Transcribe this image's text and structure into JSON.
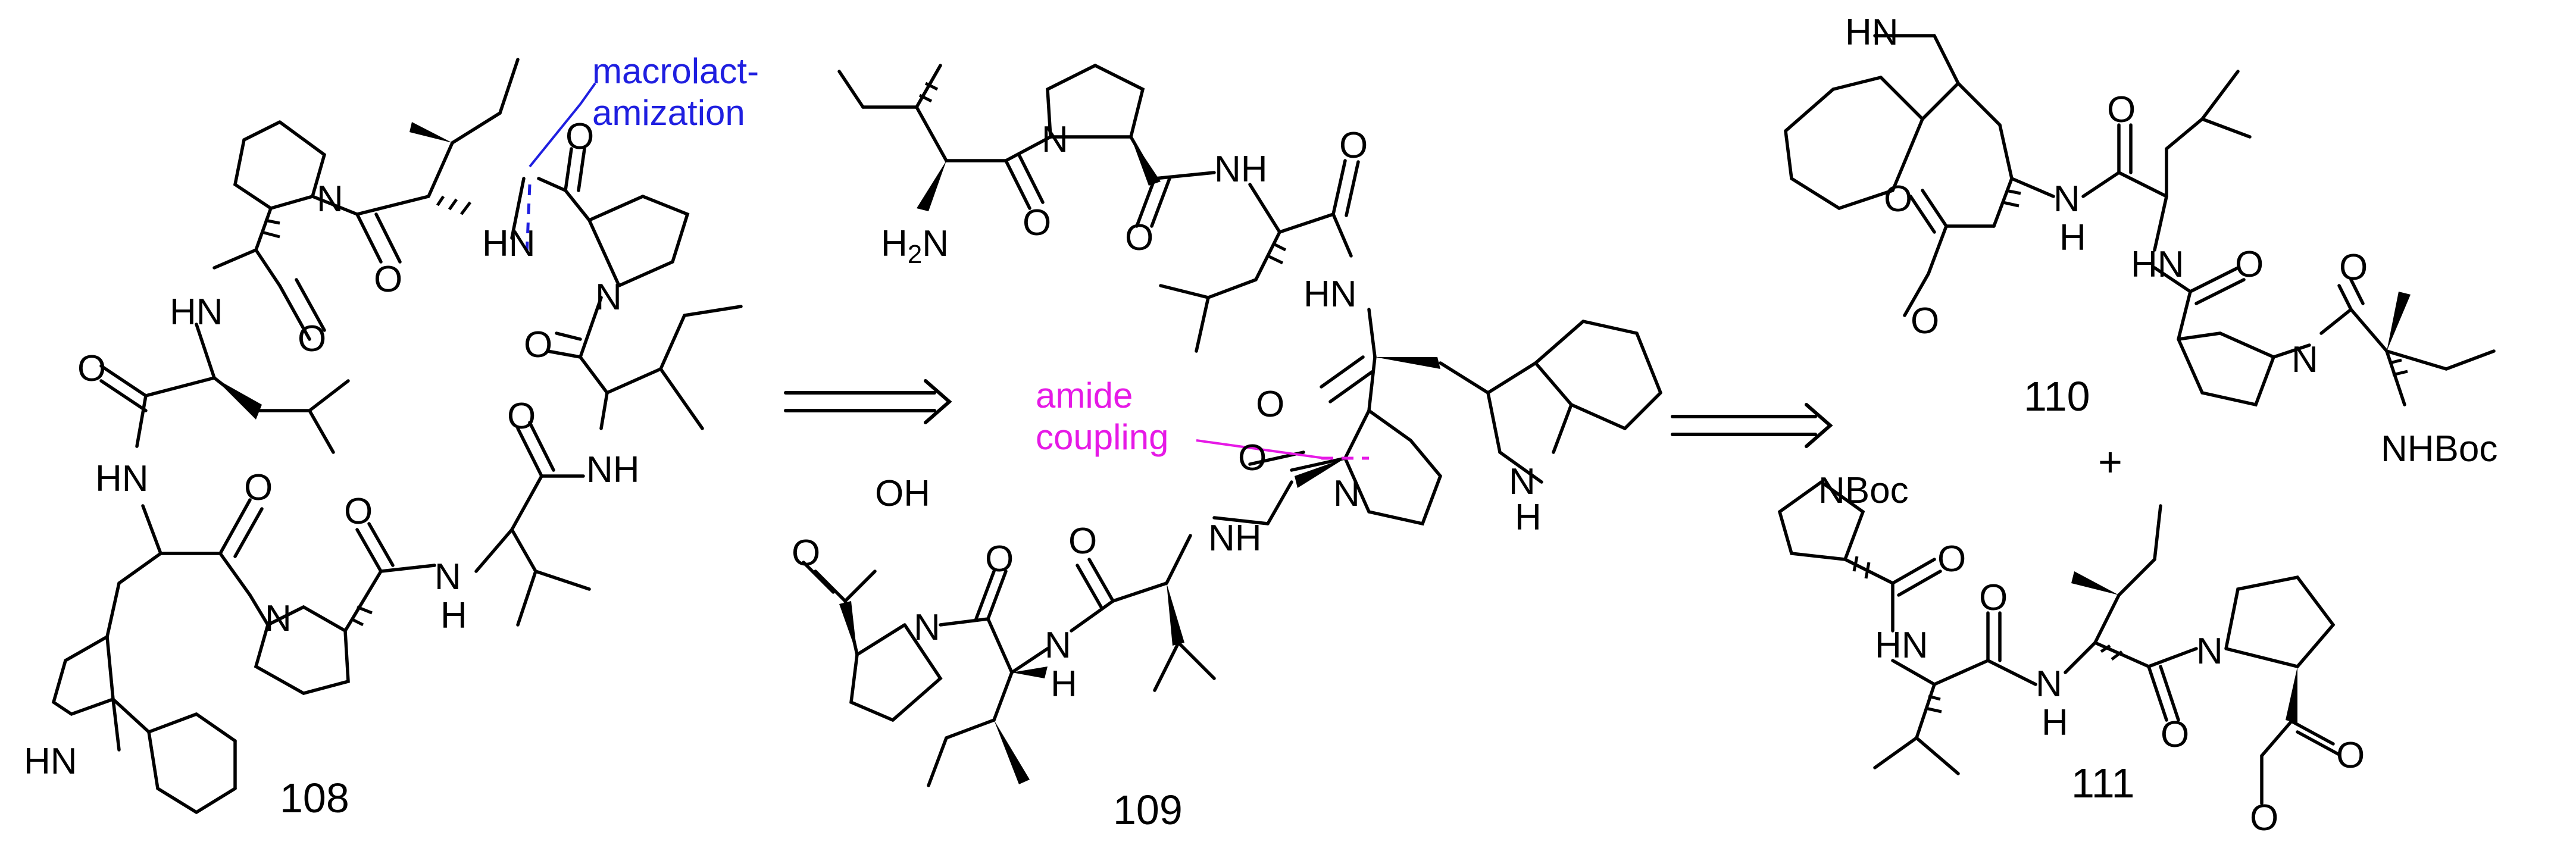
{
  "scheme": {
    "colors": {
      "bonds": "#000000",
      "macrolactamization": "#1f1fe0",
      "amide_coupling": "#e619e6"
    },
    "compound_labels": {
      "c108": "108",
      "c109": "109",
      "c110": "110",
      "c111": "111",
      "plus": "+"
    },
    "annotations": {
      "macrolact_line1": "macrolact-",
      "macrolact_line2": "amization",
      "coupling_line1": "amide",
      "coupling_line2": "coupling"
    },
    "atom_labels": {
      "N": "N",
      "O": "O",
      "HN": "HN",
      "NH": "NH",
      "H": "H",
      "OH": "OH",
      "H2N": "H2N",
      "NBoc": "NBoc",
      "NHBoc": "NHBoc"
    },
    "icons": {
      "retro_arrow": "retrosynthetic-double-arrow-icon"
    }
  }
}
